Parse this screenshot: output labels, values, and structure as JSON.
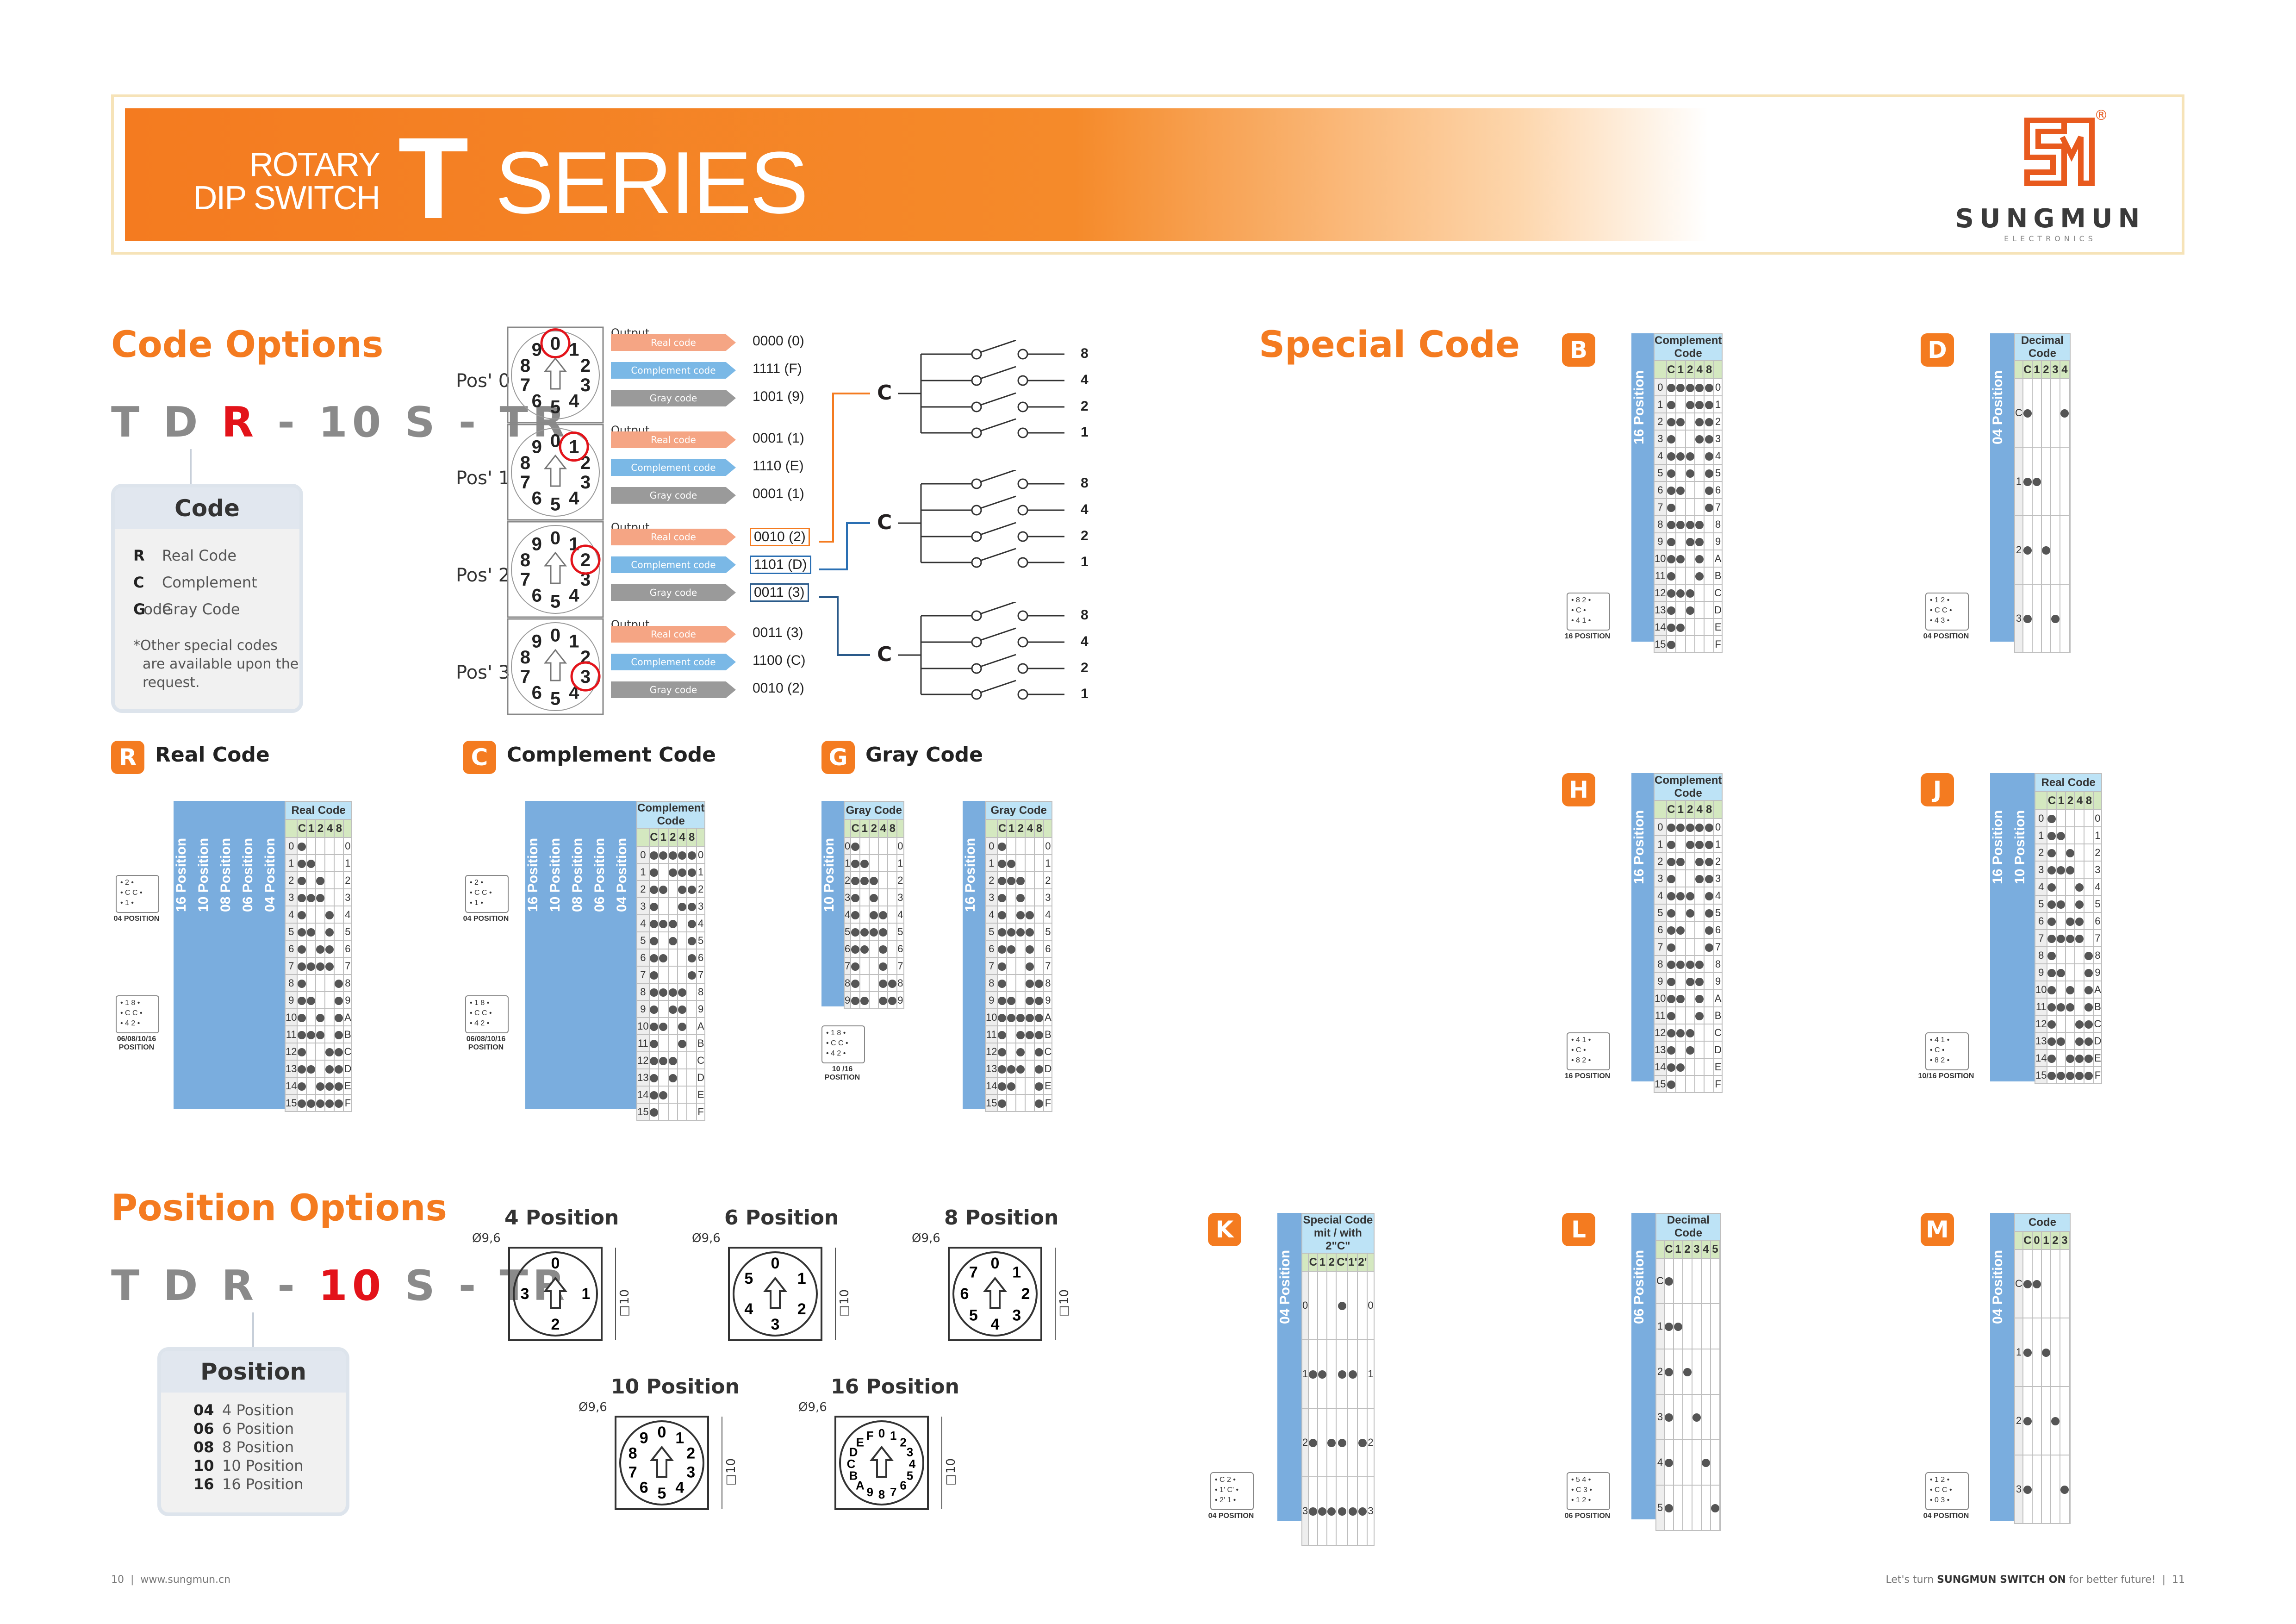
{
  "header": {
    "rotary": "ROTARY",
    "dip": "DIP SWITCH",
    "t": "T",
    "series": "SERIES",
    "logo_name": "SUNGMUN",
    "logo_sub": "ELECTRONICS",
    "reg": "®"
  },
  "code_options": {
    "title": "Code Options",
    "code_prefix": "T D",
    "code_hl": "R",
    "code_suffix": "- 10 S - TR",
    "dash": "-",
    "box_title": "Code",
    "items": [
      {
        "k": "R",
        "v": "Real Code"
      },
      {
        "k": "C",
        "v": "Complement Code"
      },
      {
        "k": "G",
        "v": "Gray Code"
      }
    ],
    "note": [
      "*Other special codes",
      "are available upon the",
      "request."
    ]
  },
  "diagram": {
    "output_label": "Output",
    "positions": [
      {
        "label": "Pos' 0",
        "real": "0000 (0)",
        "comp": "1111 (F)",
        "gray": "1001 (9)"
      },
      {
        "label": "Pos' 1",
        "real": "0001 (1)",
        "comp": "1110 (E)",
        "gray": "0001 (1)"
      },
      {
        "label": "Pos' 2",
        "real": "0010 (2)",
        "comp": "1101 (D)",
        "gray": "0011 (3)"
      },
      {
        "label": "Pos' 3",
        "real": "0011 (3)",
        "comp": "1100 (C)",
        "gray": "0010 (2)"
      }
    ],
    "arrow_real": "Real code",
    "arrow_comp": "Complement code",
    "arrow_gray": "Gray code",
    "switch_c": "C",
    "switch_vals": [
      "8",
      "4",
      "2",
      "1"
    ],
    "dial_numbers": [
      "9",
      "0",
      "1",
      "2",
      "3",
      "4",
      "5",
      "6",
      "7",
      "8"
    ]
  },
  "code_tables": {
    "real": {
      "badge": "R",
      "title": "Real Code",
      "header": "Real Code",
      "cols": [
        "C",
        "1",
        "2",
        "4",
        "8"
      ],
      "vlabels": [
        "16 Position",
        "10 Position",
        "08 Position",
        "06 Position",
        "04 Position"
      ],
      "pos04": "04 POSITION",
      "pos_multi": "06/08/10/16",
      "pos_word": "POSITION"
    },
    "comp": {
      "badge": "C",
      "title": "Complement Code",
      "header": "Complement Code",
      "cols": [
        "C",
        "1",
        "2",
        "4",
        "8"
      ],
      "vlabels": [
        "16 Position",
        "10 Position",
        "08 Position",
        "06 Position",
        "04 Position"
      ],
      "pos04": "04 POSITION",
      "pos_multi": "06/08/10/16",
      "pos_word": "POSITION"
    },
    "gray": {
      "badge": "G",
      "title": "Gray Code",
      "header": "Gray Code",
      "cols": [
        "C",
        "1",
        "2",
        "4",
        "8"
      ],
      "vlabels": [
        "10 Position",
        "16 Position"
      ],
      "pos_multi": "10 /16",
      "pos_word": "POSITION"
    }
  },
  "special": {
    "title": "Special Code",
    "B": {
      "badge": "B",
      "header": "Complement Code",
      "cols": [
        "C",
        "1",
        "2",
        "4",
        "8"
      ],
      "vlabel": "16 Position",
      "pos": "16 POSITION"
    },
    "D": {
      "badge": "D",
      "header": "Decimal Code",
      "cols": [
        "C",
        "1",
        "2",
        "3",
        "4"
      ],
      "vlabel": "04 Position",
      "pos": "04 POSITION"
    },
    "H": {
      "badge": "H",
      "header": "Complement Code",
      "cols": [
        "C",
        "1",
        "2",
        "4",
        "8"
      ],
      "vlabel": "16 Position",
      "pos": "16 POSITION"
    },
    "J": {
      "badge": "J",
      "header": "Real Code",
      "cols": [
        "C",
        "1",
        "2",
        "4",
        "8"
      ],
      "vlabels": [
        "16 Position",
        "10 Position"
      ],
      "pos": "10/16 POSITION"
    },
    "K": {
      "badge": "K",
      "header": "Special Code mit / with 2\"C\"",
      "cols": [
        "C",
        "1",
        "2",
        "C'",
        "1'",
        "2'"
      ],
      "vlabel": "04 Position",
      "pos": "04 POSITION"
    },
    "L": {
      "badge": "L",
      "header": "Decimal Code",
      "cols": [
        "C",
        "1",
        "2",
        "3",
        "4",
        "5"
      ],
      "vlabel": "06 Position",
      "pos": "06 POSITION"
    },
    "M": {
      "badge": "M",
      "header": "Code",
      "cols": [
        "C",
        "0",
        "1",
        "2",
        "3"
      ],
      "vlabel": "04 Position",
      "pos": "04 POSITION"
    }
  },
  "position_options": {
    "title": "Position Options",
    "code_prefix": "T D R -",
    "code_hl": "10",
    "code_suffix": "S - TR",
    "box_title": "Position",
    "items": [
      {
        "k": "04",
        "v": "4 Position"
      },
      {
        "k": "06",
        "v": "6 Position"
      },
      {
        "k": "08",
        "v": "8 Position"
      },
      {
        "k": "10",
        "v": "10 Position"
      },
      {
        "k": "16",
        "v": "16 Position"
      }
    ],
    "drawings": [
      {
        "title": "4 Position",
        "dia": "Ø9,6",
        "dim": "□10"
      },
      {
        "title": "6 Position",
        "dia": "Ø9,6",
        "dim": "□10"
      },
      {
        "title": "8 Position",
        "dia": "Ø9,6",
        "dim": "□10"
      },
      {
        "title": "10 Position",
        "dia": "Ø9,6",
        "dim": "□10"
      },
      {
        "title": "16 Position",
        "dia": "Ø9,6",
        "dim": "□10"
      }
    ]
  },
  "footer": {
    "left_page": "10",
    "left_url": "www.sungmun.cn",
    "sep": "|",
    "right_pre": "Let's turn",
    "right_bold": "SUNGMUN SWITCH ON",
    "right_post": "for better future!",
    "right_page": "11"
  },
  "colors": {
    "orange": "#f47b20",
    "blue": "#7aadde",
    "header_blue": "#bde3f6",
    "header_green": "#d4e8c0",
    "red": "#e3131a",
    "arrow_real": "#f5a584",
    "arrow_comp": "#7ab8e6",
    "arrow_gray": "#9a9a9a"
  }
}
